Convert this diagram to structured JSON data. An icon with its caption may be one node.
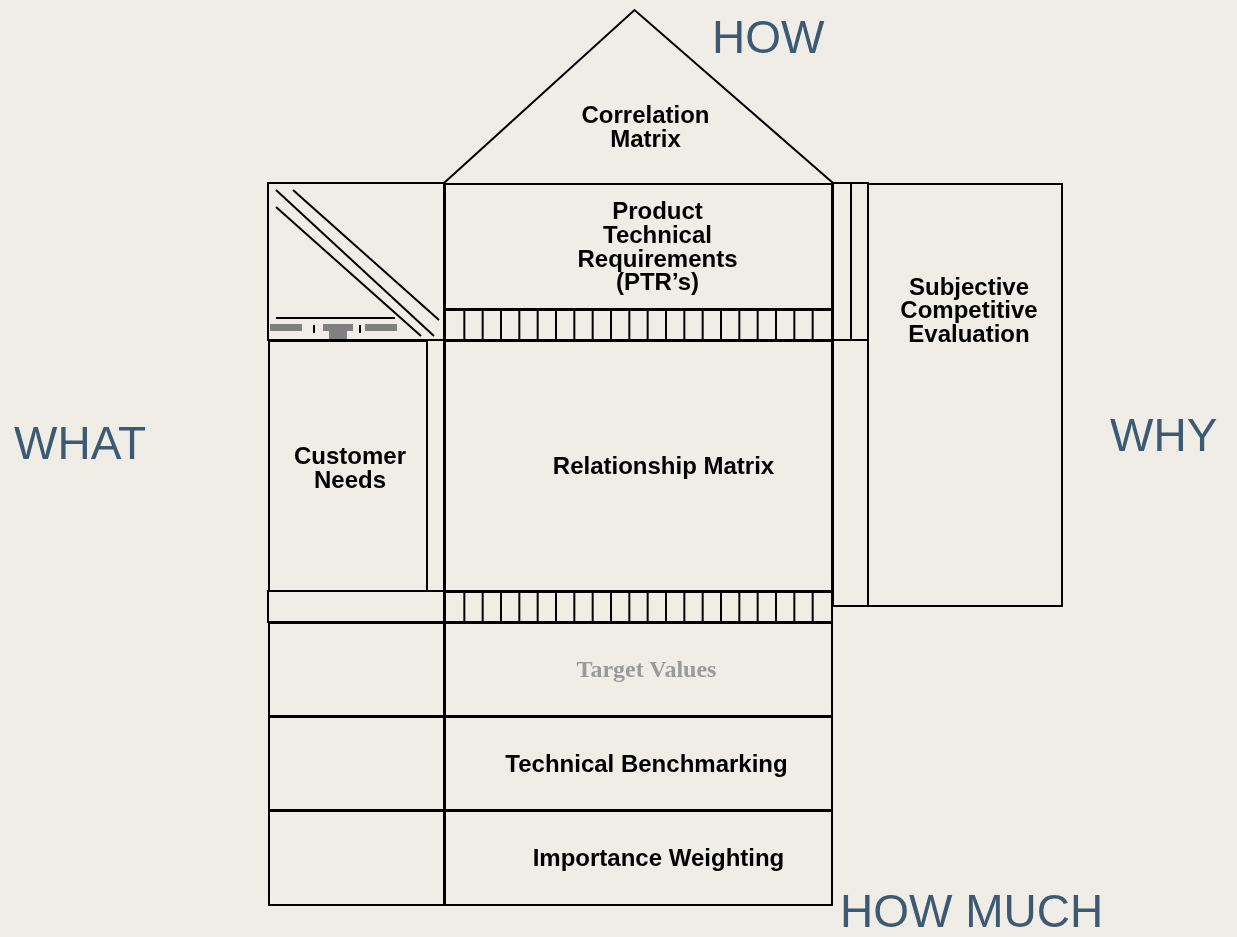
{
  "diagram": {
    "nodes": [
      {
        "text": [
          "Correlation Matrix"
        ]
      },
      {
        "text": [
          "Product Technical Requirements (PTR’s)"
        ]
      },
      {
        "text": [
          "Subjective Competitive Evaluation"
        ]
      },
      {
        "text": [],
        "shape": "bar"
      },
      {
        "text": [
          "Customer Needs"
        ]
      },
      {
        "text": [
          "Relationship Matrix"
        ]
      },
      {
        "text": [],
        "shape": "bar"
      },
      {
        "text": [],
        "shape": "box"
      },
      {
        "text": [
          "Target Values"
        ]
      },
      {
        "text": [],
        "shape": "box"
      },
      {
        "text": [
          "Technical Benchmarking"
        ]
      },
      {
        "text": [],
        "shape": "box"
      },
      {
        "text": [
          "Importance Weighting"
        ]
      }
    ],
    "labels": [
      "HOW",
      "WHAT",
      "WHY",
      "HOW MUCH"
    ]
  }
}
